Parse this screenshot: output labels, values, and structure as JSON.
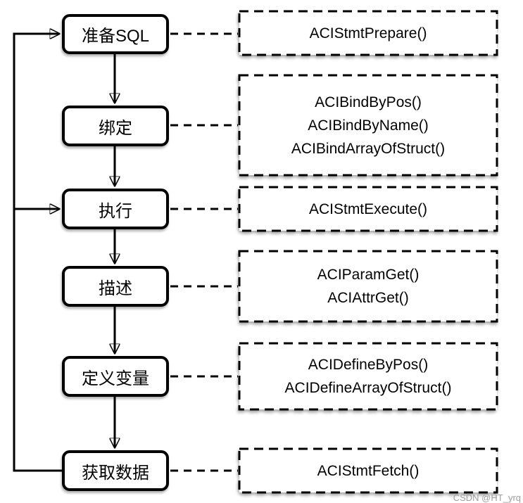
{
  "diagram": {
    "kind": "flowchart",
    "steps": [
      {
        "id": "prepare",
        "label": "准备SQL",
        "functions": [
          "ACIStmtPrepare()"
        ]
      },
      {
        "id": "bind",
        "label": "绑定",
        "functions": [
          "ACIBindByPos()",
          "ACIBindByName()",
          "ACIBindArrayOfStruct()"
        ]
      },
      {
        "id": "execute",
        "label": "执行",
        "functions": [
          "ACIStmtExecute()"
        ]
      },
      {
        "id": "describe",
        "label": "描述",
        "functions": [
          "ACIParamGet()",
          "ACIAttrGet()"
        ]
      },
      {
        "id": "define",
        "label": "定义变量",
        "functions": [
          "ACIDefineByPos()",
          "ACIDefineArrayOfStruct()"
        ]
      },
      {
        "id": "fetch",
        "label": "获取数据",
        "functions": [
          "ACIStmtFetch()"
        ]
      }
    ],
    "watermark": "CSDN @HT_yrq",
    "colors": {
      "line": "#000000",
      "box_background": "#ffffff",
      "text": "#000000",
      "watermark": "#9e9e9e"
    }
  }
}
